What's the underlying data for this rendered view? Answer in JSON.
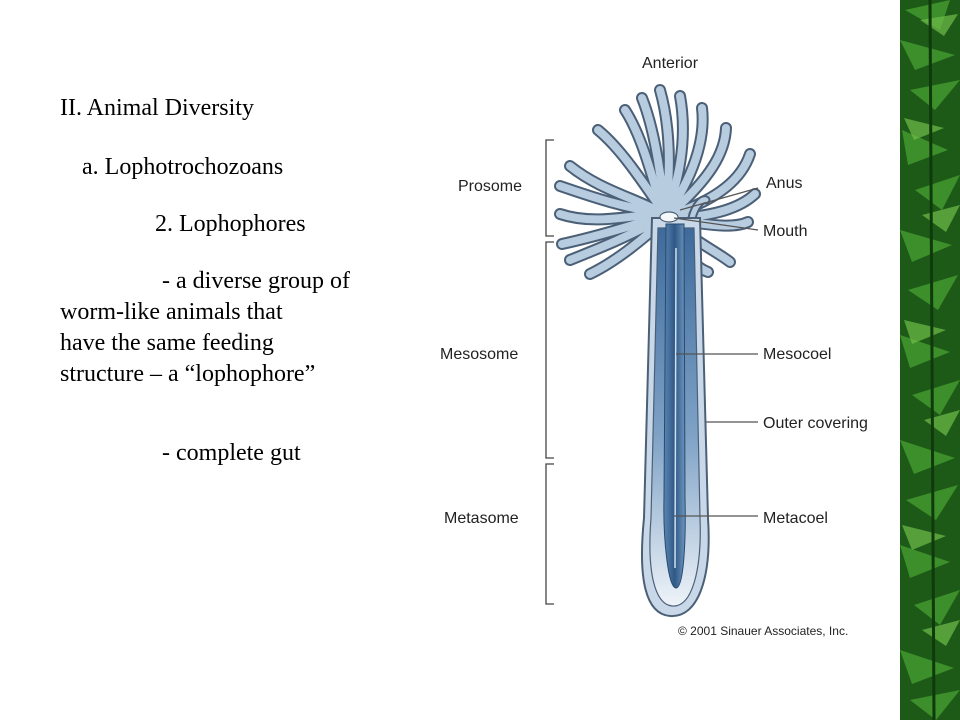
{
  "slide": {
    "heading": "II. Animal Diversity",
    "subheading": "a. Lophotrochozoans",
    "topic": "2. Lophophores",
    "bullet1": [
      "- a diverse group of",
      "worm-like animals that",
      "have the same feeding",
      "structure – a “lophophore”"
    ],
    "bullet2": "- complete gut"
  },
  "figure": {
    "labels": {
      "anterior": "Anterior",
      "prosome": "Prosome",
      "mesosome": "Mesosome",
      "metasome": "Metasome",
      "anus": "Anus",
      "mouth": "Mouth",
      "mesocoel": "Mesocoel",
      "outer_covering": "Outer covering",
      "metacoel": "Metacoel"
    },
    "credit": "© 2001 Sinauer Associates, Inc."
  },
  "colors": {
    "tentacle_fill": "#b8cce0",
    "tentacle_stroke": "#4b6077",
    "body_dark": "#355f8f",
    "body_light": "#d7e3ee",
    "bamboo_green": "#2d7a1f"
  }
}
